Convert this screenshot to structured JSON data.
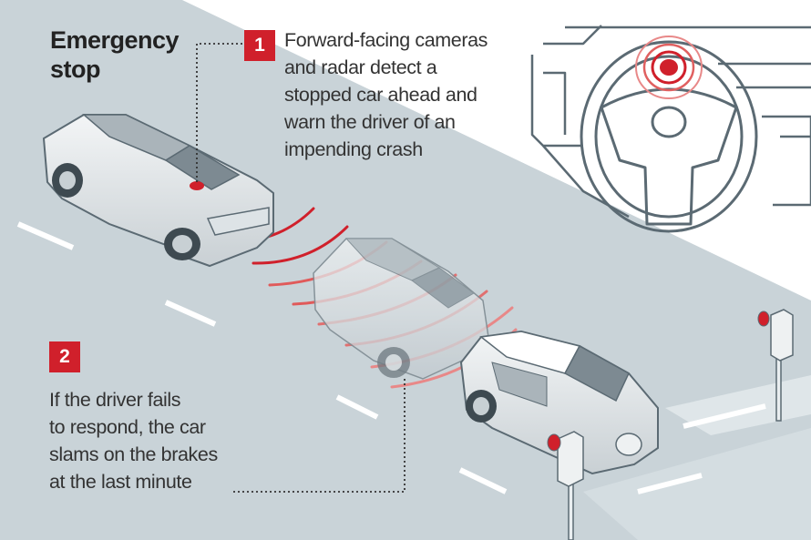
{
  "title": [
    "Emergency",
    "stop"
  ],
  "steps": [
    {
      "number": "1",
      "lines": [
        "Forward-facing cameras",
        "and radar detect a",
        "stopped car ahead and",
        "warn the driver of an",
        "impending crash"
      ]
    },
    {
      "number": "2",
      "lines": [
        "If the driver fails",
        "to respond, the car",
        "slams on the brakes",
        "at the last minute"
      ]
    }
  ],
  "colors": {
    "accent": "#d0202b",
    "road": "#c9d3d8",
    "line_art": "#5b6a73",
    "text": "#333333"
  }
}
